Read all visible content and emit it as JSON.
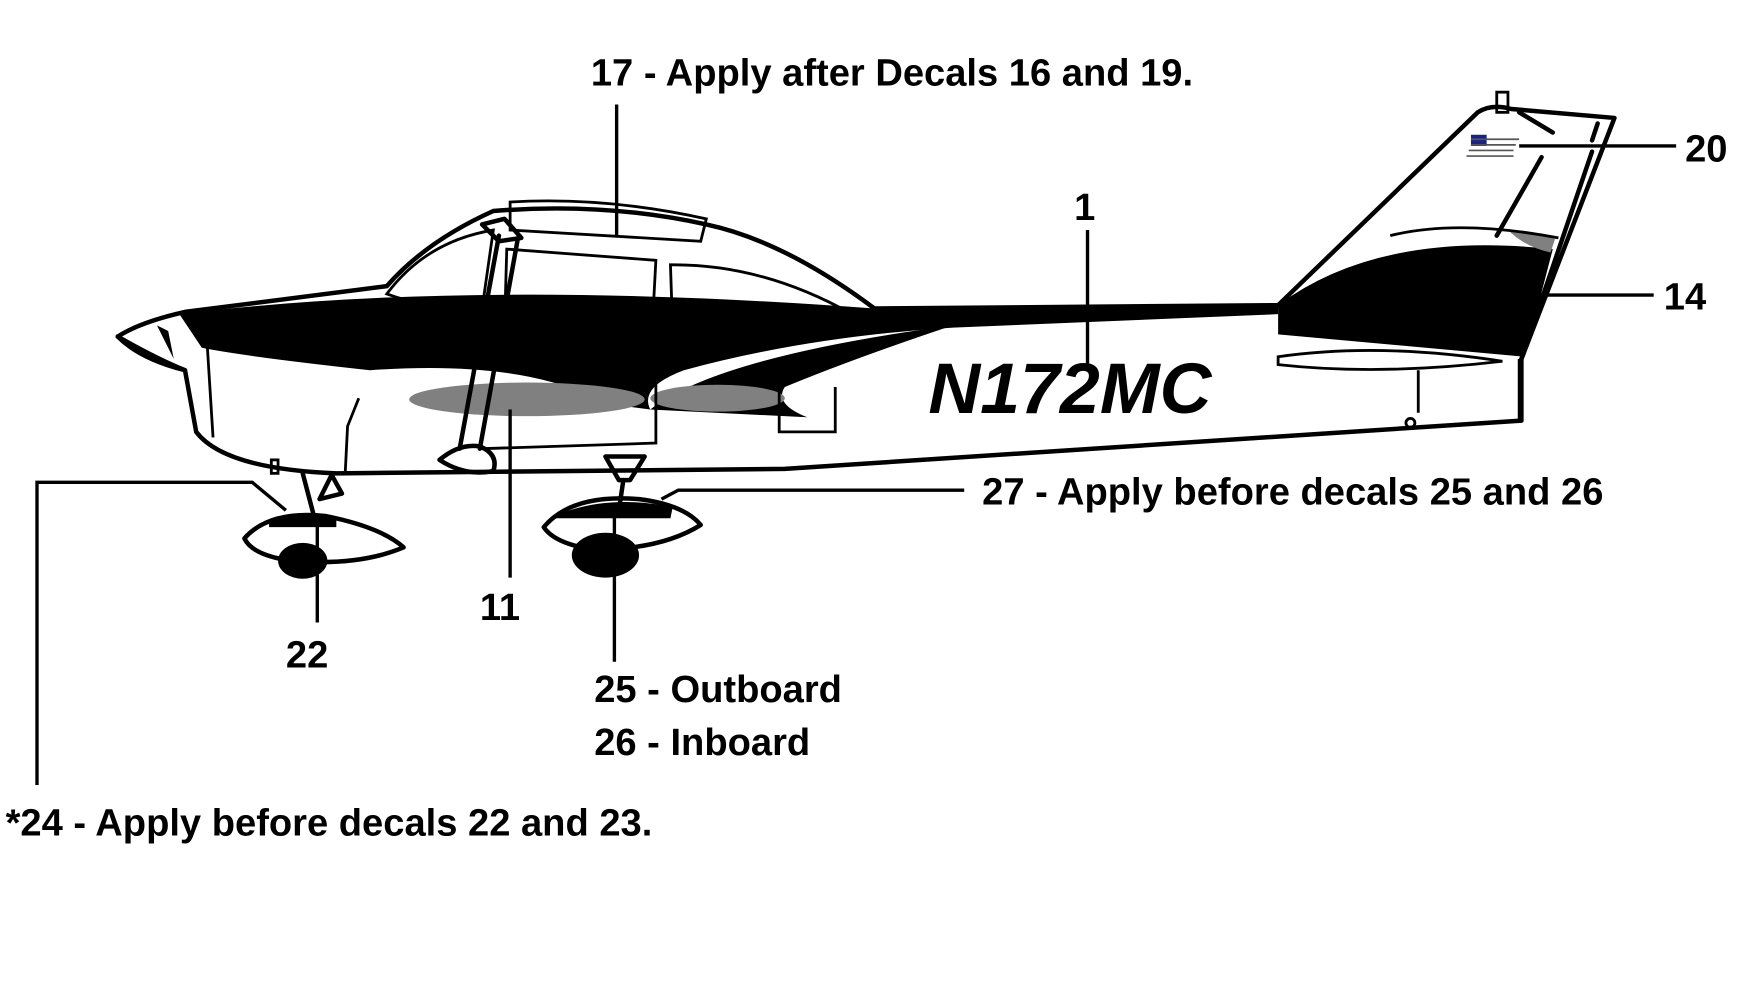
{
  "diagram": {
    "registration": "N172MC",
    "colors": {
      "stripe": "#000000",
      "accent_gray": "#808080",
      "flag_blue": "#1a237e"
    },
    "callouts": {
      "c17": "17 - Apply after Decals 16 and 19.",
      "c1": "1",
      "c20": "20",
      "c14": "14",
      "c27": "27 - Apply before decals 25 and 26",
      "c11": "11",
      "c22": "22",
      "c25": "25 - Outboard",
      "c26": "26 - Inboard",
      "c24": "*24 - Apply before decals 22 and 23."
    }
  }
}
